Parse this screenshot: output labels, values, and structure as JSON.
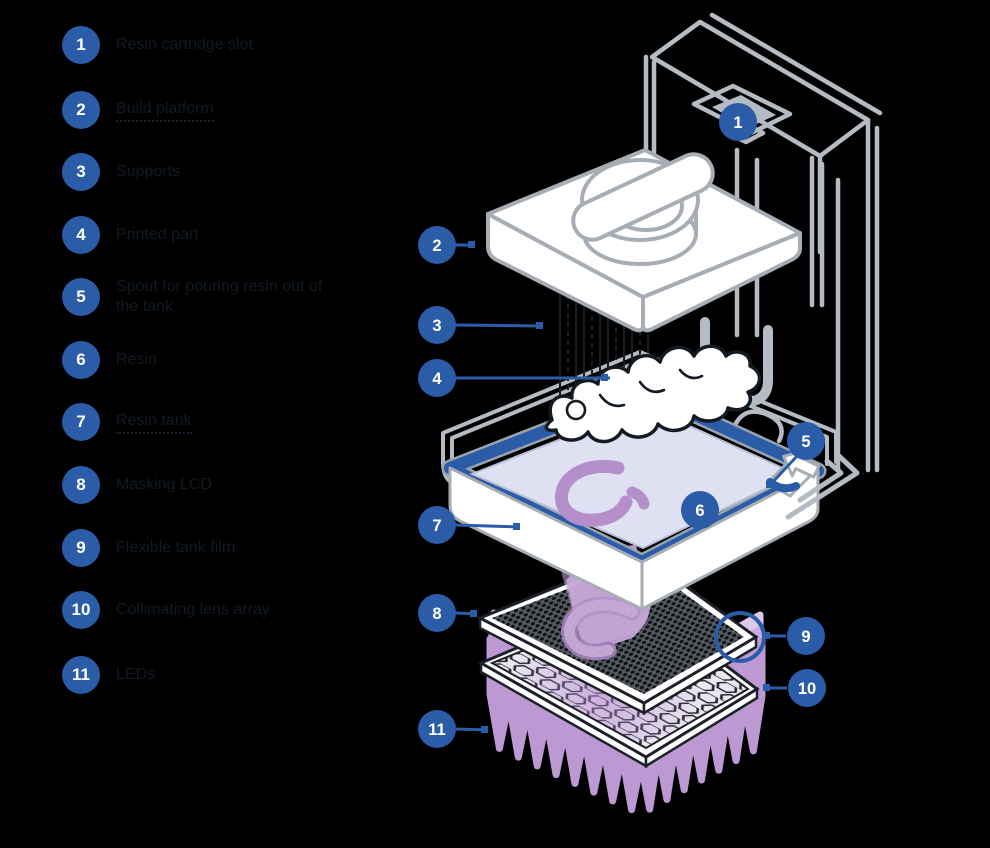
{
  "colors": {
    "background": "#000000",
    "accent_blue": "#2b5ca8",
    "outline_gray": "#b5bbc3",
    "mid_gray": "#a7adb5",
    "ink_dark": "#171d24",
    "resin_purple": "#b58fc9",
    "ghost_purple": "#c7a8d9",
    "foam_purple": "#c9aadb",
    "liquid_lavender": "#dfe0f1",
    "lcd_gray": "#565b62",
    "label_text": "#121a24"
  },
  "legend": {
    "items": [
      {
        "num": "1",
        "label": "Resin cartridge slot",
        "is_link": false
      },
      {
        "num": "2",
        "label": "Build platform",
        "is_link": true
      },
      {
        "num": "3",
        "label": "Supports",
        "is_link": false
      },
      {
        "num": "4",
        "label": "Printed part",
        "is_link": false
      },
      {
        "num": "5",
        "label": "Spout for pouring resin out of the tank",
        "is_link": false
      },
      {
        "num": "6",
        "label": "Resin",
        "is_link": false
      },
      {
        "num": "7",
        "label": "Resin tank",
        "is_link": true
      },
      {
        "num": "8",
        "label": "Masking LCD",
        "is_link": false
      },
      {
        "num": "9",
        "label": "Flexible tank film",
        "is_link": false
      },
      {
        "num": "10",
        "label": "Collimating lens array",
        "is_link": false
      },
      {
        "num": "11",
        "label": "LEDs",
        "is_link": false
      }
    ]
  },
  "diagram": {
    "badges": [
      "1",
      "2",
      "3",
      "4",
      "5",
      "6",
      "7",
      "8",
      "9",
      "10",
      "11"
    ]
  }
}
